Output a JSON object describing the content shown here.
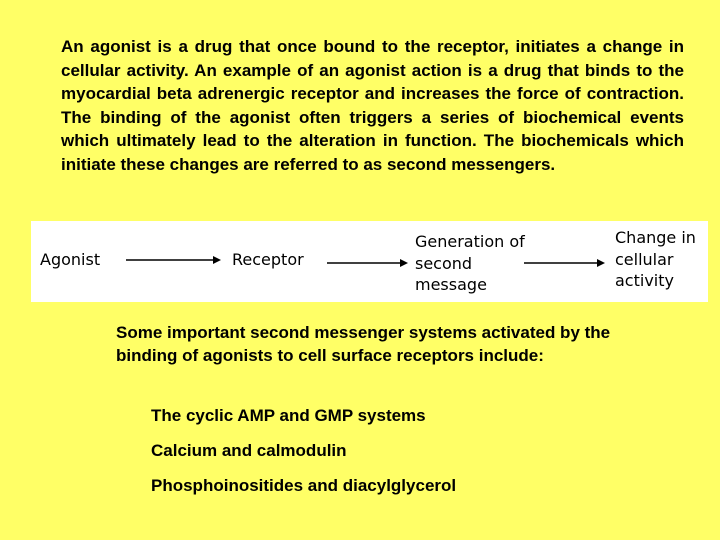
{
  "intro_paragraph": "An agonist is a drug that once bound to the receptor, initiates a change in cellular activity. An example of an agonist action is a drug that binds to the myocardial beta adrenergic receptor and increases the force of contraction. The binding of the agonist often triggers a series of biochemical events which ultimately lead to the alteration in function. The biochemicals which initiate these changes are referred to as second messengers.",
  "flow": {
    "step1": "Agonist",
    "step2": "Receptor",
    "step3": "Generation of second message",
    "step4": "Change in cellular activity"
  },
  "systems_intro": "Some important second messenger systems activated by the binding of agonists to cell surface receptors include:",
  "systems": [
    "The cyclic AMP and GMP systems",
    "Calcium and calmodulin",
    "Phosphoinositides and diacylglycerol"
  ]
}
